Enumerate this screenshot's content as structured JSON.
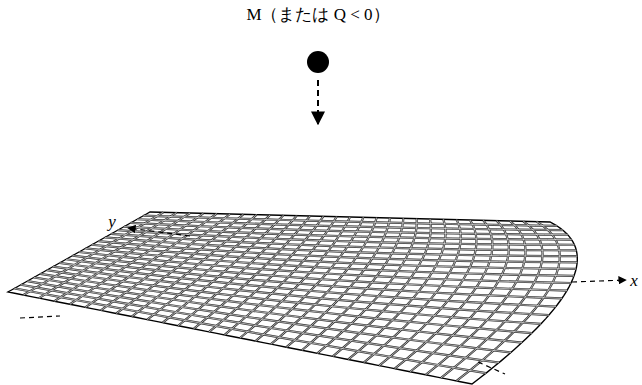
{
  "diagram": {
    "labels": [
      "M（または Q < 0）",
      "y",
      "x"
    ]
  }
}
